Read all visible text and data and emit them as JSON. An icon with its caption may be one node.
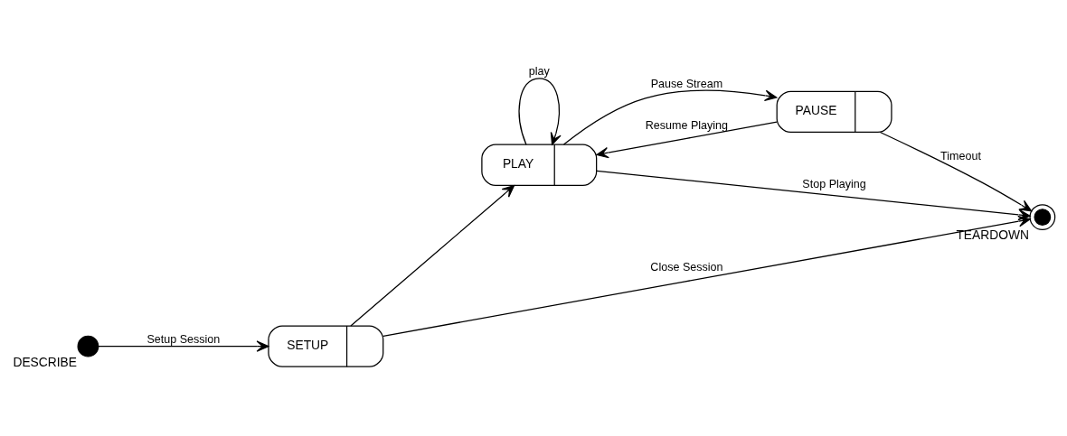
{
  "diagram": {
    "nodes": [
      {
        "text": [],
        "shape": "circle",
        "beside": [
          "DESCRIBE"
        ]
      },
      {
        "text": [
          "SETUP"
        ]
      },
      {
        "text": [
          "PLAY"
        ]
      },
      {
        "text": [
          "PAUSE"
        ]
      },
      {
        "text": [],
        "shape": "bullseye",
        "beside": [
          "TEARDOWN"
        ]
      }
    ],
    "edges": [
      {
        "from": 0,
        "to": 1,
        "arrow": "to",
        "label": "Setup Session"
      },
      {
        "from": 1,
        "to": 2,
        "arrow": "to"
      },
      {
        "from": 1,
        "to": 4,
        "arrow": "to",
        "label": "Close Session"
      },
      {
        "from": 2,
        "to": 4,
        "arrow": "to",
        "label": "Stop Playing"
      },
      {
        "from": 2,
        "to": 2,
        "arrow": "to",
        "label": "play"
      },
      {
        "from": 2,
        "to": 3,
        "arrow": "to",
        "label": "Pause Stream"
      },
      {
        "from": 3,
        "to": 2,
        "arrow": "to",
        "label": "Resume Playing"
      },
      {
        "from": 3,
        "to": 4,
        "arrow": "to",
        "label": "Timeout"
      }
    ]
  }
}
